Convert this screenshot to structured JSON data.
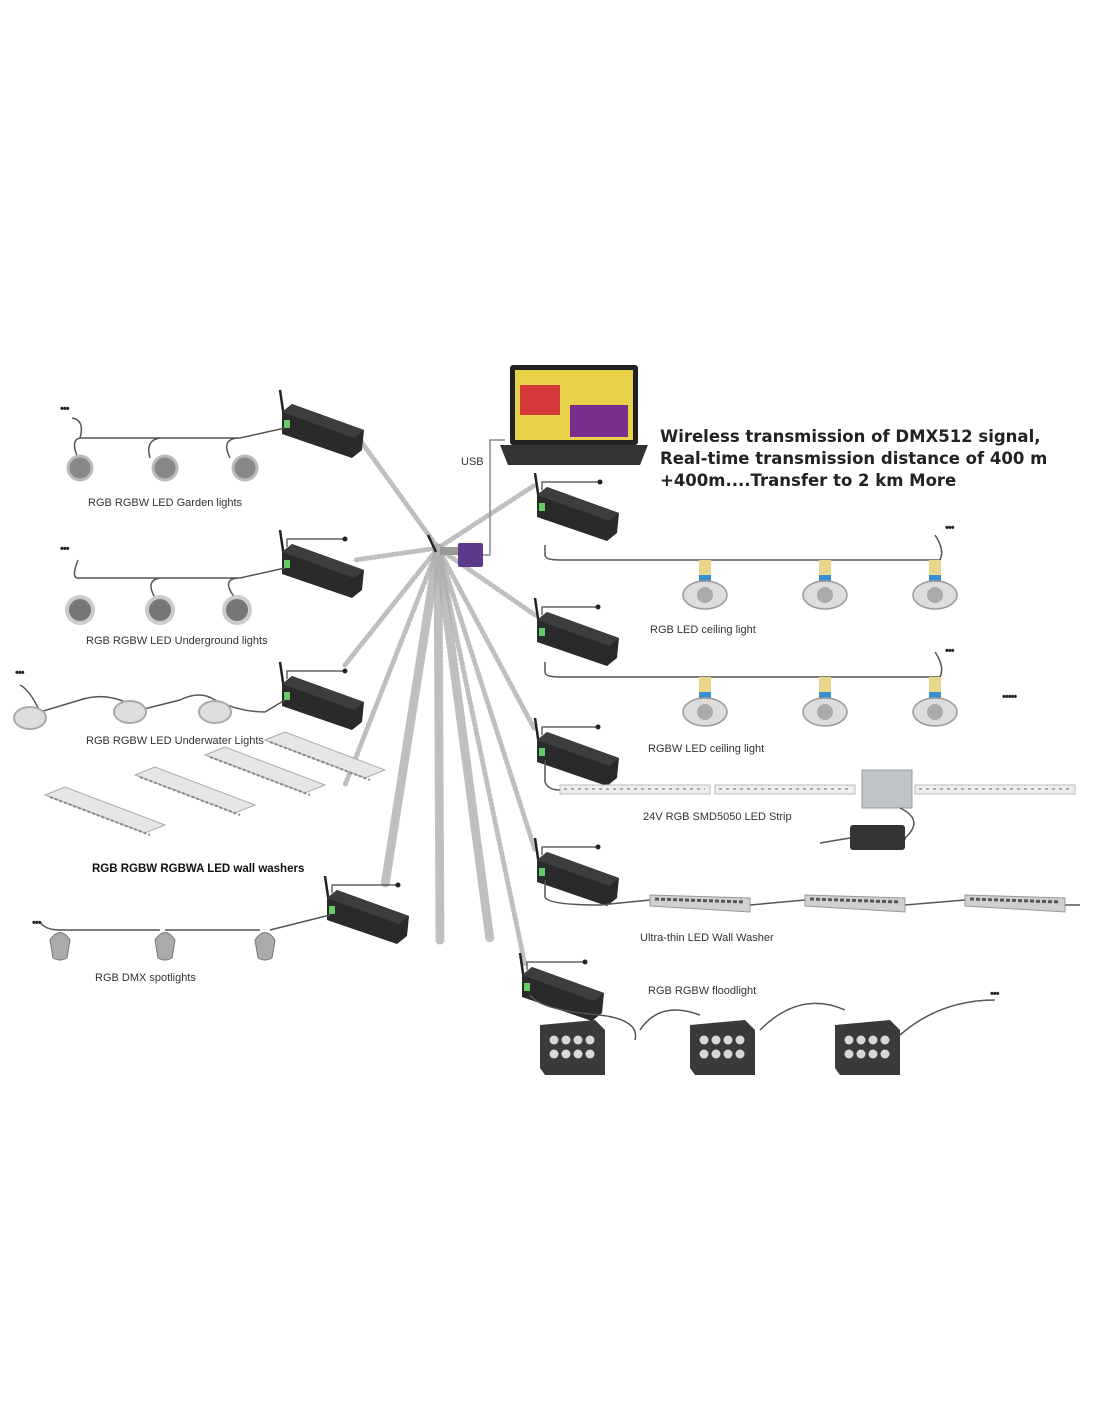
{
  "title": {
    "line1": "Wireless transmission of DMX512 signal,",
    "line2": "Real-time transmission distance of 400 m",
    "line3": "+400m....Transfer to 2 km More"
  },
  "usb_label": "USB",
  "left_groups": [
    {
      "label": "RGB RGBW LED Garden lights"
    },
    {
      "label": "RGB RGBW LED Underground lights"
    },
    {
      "label": "RGB RGBW LED Underwater Lights"
    },
    {
      "label": "RGB RGBW RGBWA LED  wall washers"
    },
    {
      "label": "RGB DMX spotlights"
    }
  ],
  "right_groups": [
    {
      "label": "RGB LED ceiling light"
    },
    {
      "label": "RGBW LED ceiling light"
    },
    {
      "label": "24V RGB SMD5050  LED Strip"
    },
    {
      "label": "Ultra-thin LED Wall Washer"
    },
    {
      "label": "RGB RGBW floodlight"
    }
  ],
  "continuation": "•••",
  "more": "•••••",
  "colors": {
    "decoder": "#2a2a2a",
    "transmitter": "#5b3a8c",
    "cable": "#555555",
    "signal": "#b0b0b0"
  }
}
